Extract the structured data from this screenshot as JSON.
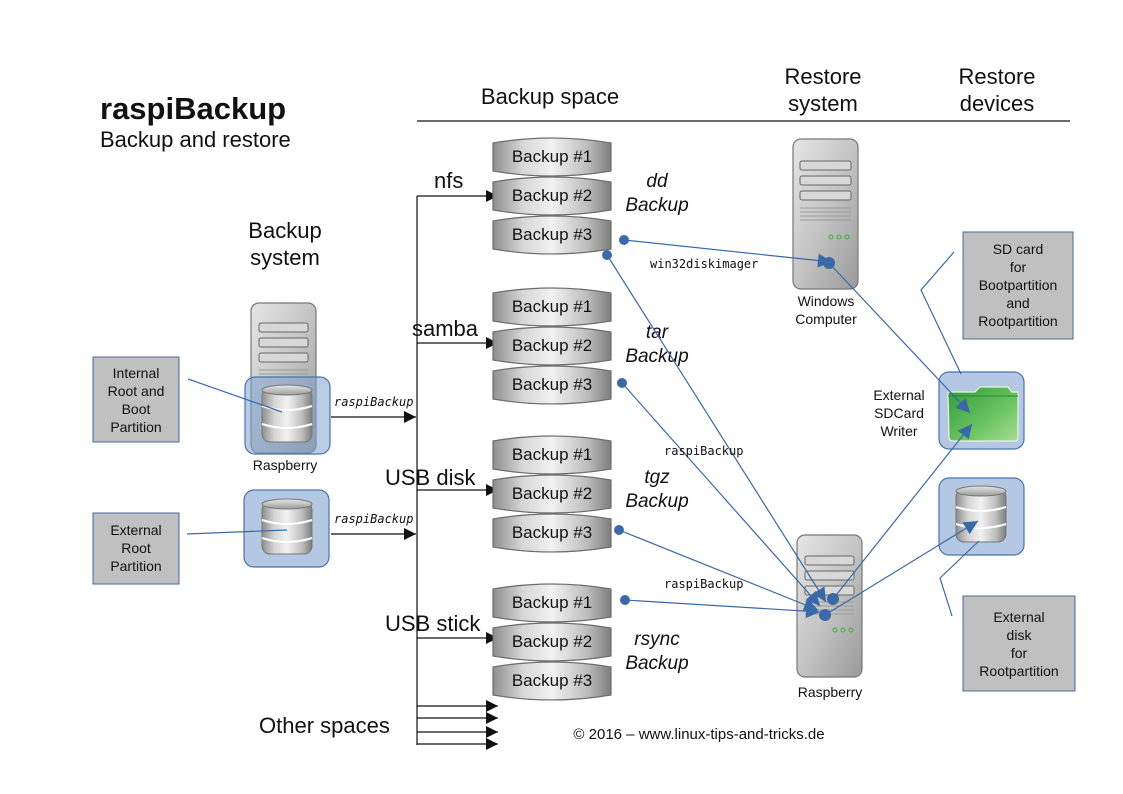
{
  "header": {
    "title": "raspiBackup",
    "subtitle": "Backup and restore"
  },
  "columns": {
    "backup_system": [
      "Backup",
      "system"
    ],
    "backup_space": "Backup space",
    "restore_system": [
      "Restore",
      "system"
    ],
    "restore_devices": [
      "Restore",
      "devices"
    ]
  },
  "backup_system": {
    "raspberry_label": "Raspberry",
    "internal_partition_note": [
      "Internal",
      "Root and",
      "Boot",
      "Partition"
    ],
    "external_partition_note": [
      "External",
      "Root",
      "Partition"
    ],
    "flow_label": "raspiBackup"
  },
  "spaces": [
    {
      "name": "nfs",
      "type_label": [
        "dd",
        "Backup"
      ],
      "backups": [
        "Backup #1",
        "Backup #2",
        "Backup #3"
      ]
    },
    {
      "name": "samba",
      "type_label": [
        "tar",
        "Backup"
      ],
      "backups": [
        "Backup #1",
        "Backup #2",
        "Backup #3"
      ]
    },
    {
      "name": "USB disk",
      "type_label": [
        "tgz",
        "Backup"
      ],
      "backups": [
        "Backup #1",
        "Backup #2",
        "Backup #3"
      ]
    },
    {
      "name": "USB stick",
      "type_label": [
        "rsync",
        "Backup"
      ],
      "backups": [
        "Backup #1",
        "Backup #2",
        "Backup #3"
      ]
    }
  ],
  "other_spaces": "Other spaces",
  "restore_system": {
    "windows_label": [
      "Windows",
      "Computer"
    ],
    "raspberry_label": "Raspberry",
    "tools": {
      "win32": "win32diskimager",
      "raspi1": "raspiBackup",
      "raspi2": "raspiBackup"
    }
  },
  "restore_devices": {
    "sd_writer_label": [
      "External",
      "SDCard",
      "Writer"
    ],
    "sd_card_note": [
      "SD card",
      "for",
      "Bootpartition",
      "and",
      "Rootpartition"
    ],
    "ext_disk_note": [
      "External",
      "disk",
      "for",
      "Rootpartition"
    ]
  },
  "footer": {
    "copyright": "© 2016 – www.linux-tips-and-tricks.de"
  },
  "colors": {
    "link_blue": "#3b69a8",
    "note_fill": "#c0c0c0",
    "highlight_fill": "#b4c8e4",
    "folder_green": "#4fb04a"
  }
}
